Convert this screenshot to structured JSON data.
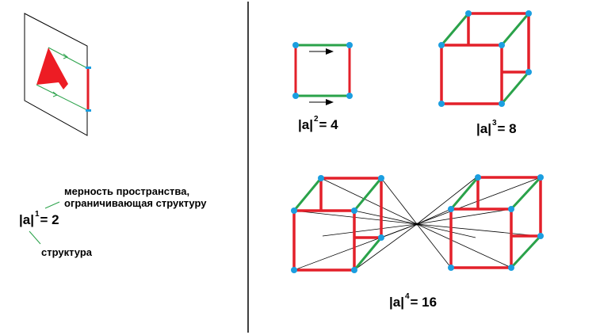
{
  "colors": {
    "structure_edge": "#e3202a",
    "transfer_edge": "#2aa24a",
    "vertex": "#1b9ee0",
    "outline": "#000000",
    "projection_line": "#000000",
    "arrow_shape": "#ed1c24"
  },
  "panel_1d": {
    "formula": {
      "base": "|a|",
      "exponent": "1",
      "rhs": "= 2"
    },
    "annotation_top": {
      "line1": "мерность пространства,",
      "line2": "ограничивающая структуру"
    },
    "annotation_bottom": "структура"
  },
  "panel_2d": {
    "formula": {
      "base": "|a|",
      "exponent": "2",
      "rhs": "= 4"
    }
  },
  "panel_3d": {
    "formula": {
      "base": "|a|",
      "exponent": "3",
      "rhs": "= 8"
    }
  },
  "panel_4d": {
    "formula": {
      "base": "|a|",
      "exponent": "4",
      "rhs": "= 16"
    }
  }
}
